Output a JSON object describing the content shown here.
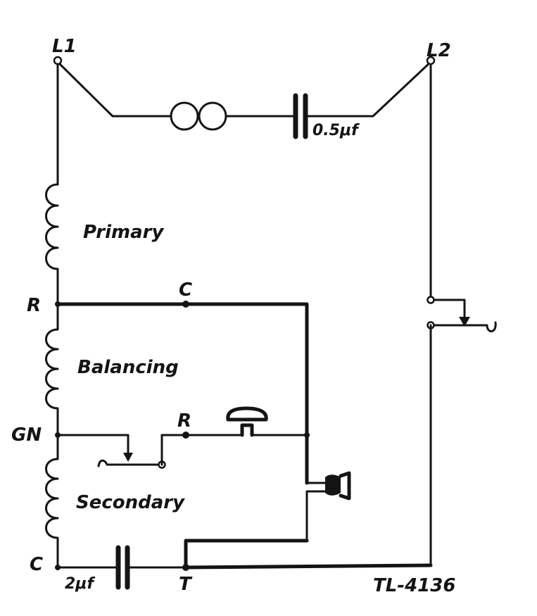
{
  "labels": {
    "l1": "L1",
    "l2": "L2",
    "cap_top": "0.5μf",
    "primary": "Primary",
    "balancing": "Balancing",
    "secondary": "Secondary",
    "r_left": "R",
    "c_top": "C",
    "gn": "GN",
    "r_mid": "R",
    "c_left": "C",
    "cap_bottom": "2μf",
    "t": "T",
    "ref": "TL-4136"
  },
  "colors": {
    "ink": "#141414",
    "paper": "#ffffff"
  }
}
